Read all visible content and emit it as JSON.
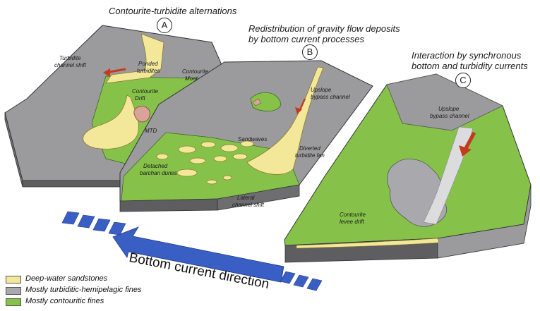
{
  "titles": {
    "a": "Contourite-turbidite alternations",
    "b_line1": "Redistribution of gravity flow deposits",
    "b_line2": "by bottom current processes",
    "c_line1": "Interaction by synchronous",
    "c_line2": "bottom and turbidity currents"
  },
  "markers": {
    "a": "A",
    "b": "B",
    "c": "C"
  },
  "labels": {
    "turbidite_shift_1": "Turbidite",
    "turbidite_shift_2": "channel shift",
    "ponded_1": "Ponded",
    "ponded_2": "turbidites",
    "moat_1": "Contourite",
    "moat_2": "Moat",
    "drift_1": "Contourite",
    "drift_2": "Drift",
    "mtd": "MTD",
    "upslope_b_1": "Upslope",
    "upslope_b_2": "bypass channel",
    "sandwaves": "Sandwaves",
    "diverted_1": "Diverted",
    "diverted_2": "turbidite fan",
    "barchan_1": "Detached",
    "barchan_2": "barchan dunes",
    "lateral_1": "Lateral",
    "lateral_2": "channel shift",
    "upslope_c_1": "Upslope",
    "upslope_c_2": "bypass channel",
    "levee_1": "Contourite",
    "levee_2": "levee drift"
  },
  "arrow_label": "Bottom current direction",
  "legend": [
    {
      "label": "Deep-water sandstones",
      "color": "#f3e89a"
    },
    {
      "label": "Mostly turbiditic-hemipelagic fines",
      "color": "#a9a9ad"
    },
    {
      "label": "Mostly contouritic fines",
      "color": "#86c24a"
    }
  ],
  "colors": {
    "sand": "#f3e89a",
    "grey": "#a9a9ad",
    "green": "#86c24a",
    "block_side": "#5e5e60",
    "arrow_blue": "#3a5fc4",
    "flow_red": "#c43a1e"
  }
}
